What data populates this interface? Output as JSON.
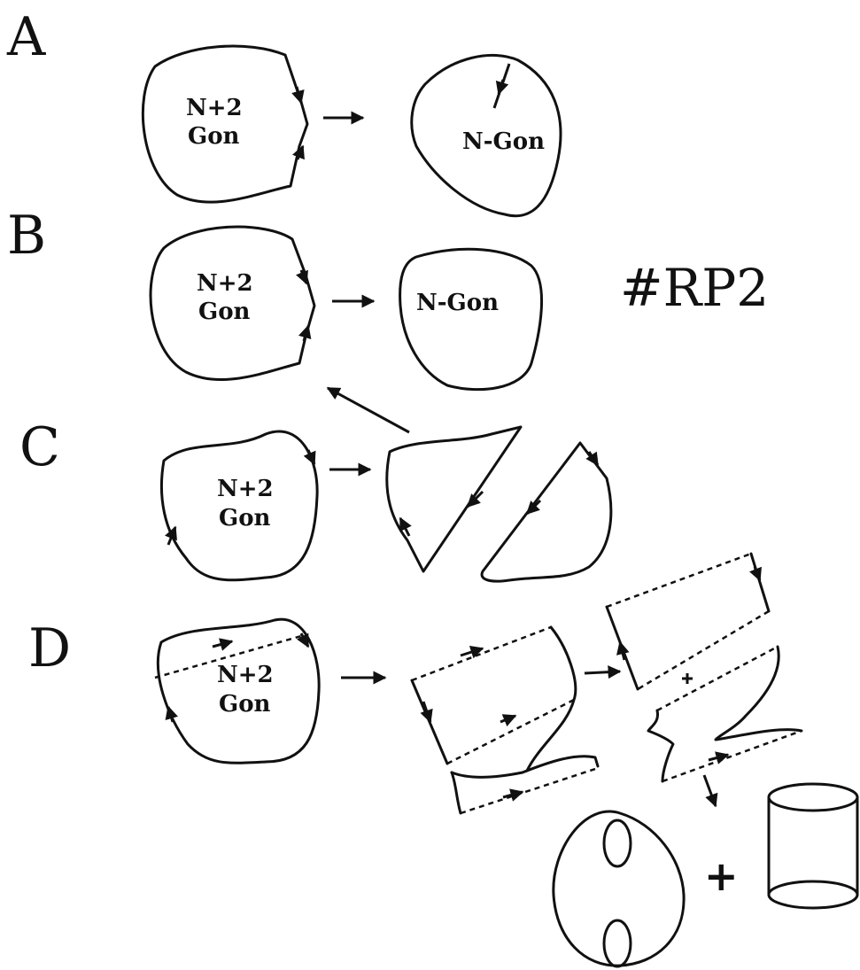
{
  "panels": {
    "a": {
      "letter": "A",
      "left_label_line1": "N+2",
      "left_label_line2": "Gon",
      "right_label": "N-Gon"
    },
    "b": {
      "letter": "B",
      "left_label_line1": "N+2",
      "left_label_line2": "Gon",
      "right_label": "N-Gon",
      "annotation": "#RP2"
    },
    "c": {
      "letter": "C",
      "left_label_line1": "N+2",
      "left_label_line2": "Gon"
    },
    "d": {
      "letter": "D",
      "left_label_line1": "N+2",
      "left_label_line2": "Gon",
      "plus_sign": "+"
    }
  }
}
